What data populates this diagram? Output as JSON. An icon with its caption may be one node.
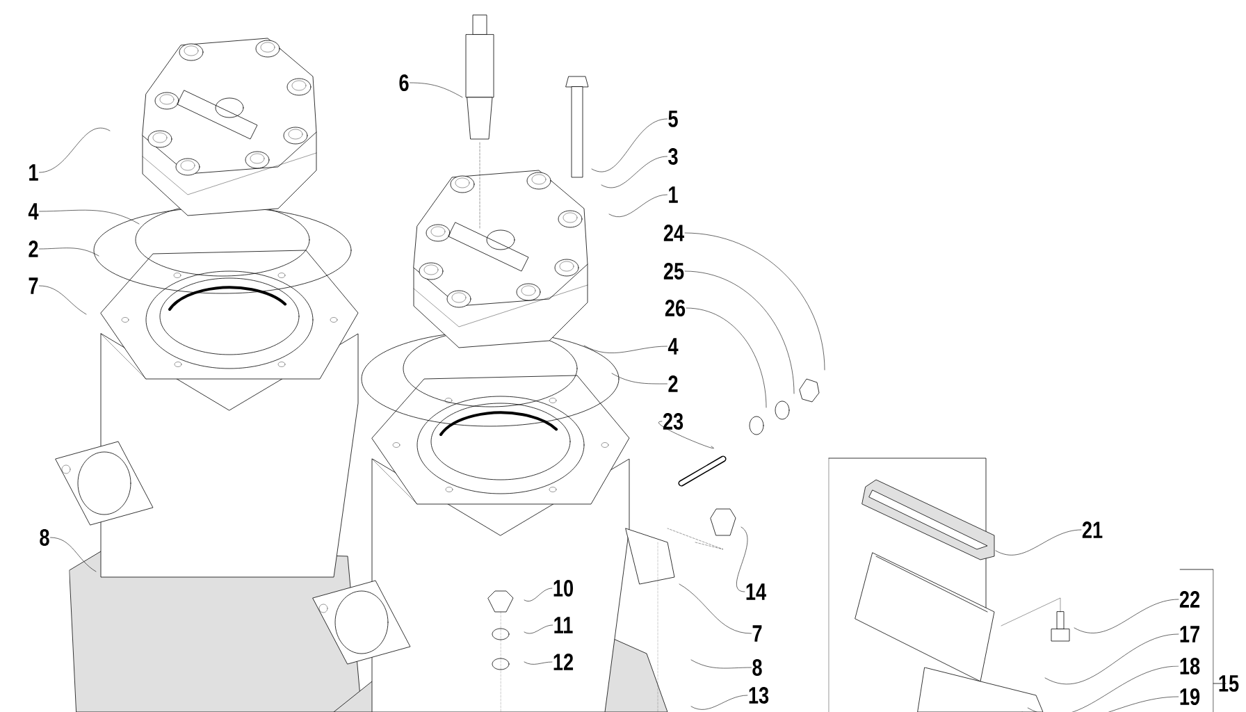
{
  "diagram": {
    "nodes": [
      {
        "text": [
          "1"
        ]
      },
      {
        "text": [
          "4"
        ]
      },
      {
        "text": [
          "2"
        ]
      },
      {
        "text": [
          "7"
        ]
      },
      {
        "text": [
          "6"
        ]
      },
      {
        "text": [
          "5"
        ]
      },
      {
        "text": [
          "3"
        ]
      },
      {
        "text": [
          "1"
        ]
      },
      {
        "text": [
          "24"
        ]
      },
      {
        "text": [
          "25"
        ]
      },
      {
        "text": [
          "26"
        ]
      },
      {
        "text": [
          "4"
        ]
      },
      {
        "text": [
          "2"
        ]
      },
      {
        "text": [
          "23"
        ]
      },
      {
        "text": [
          "21"
        ]
      },
      {
        "text": [
          "8"
        ]
      },
      {
        "text": [
          "14"
        ]
      },
      {
        "text": [
          "10"
        ]
      },
      {
        "text": [
          "22"
        ]
      },
      {
        "text": [
          "7"
        ]
      },
      {
        "text": [
          "11"
        ]
      },
      {
        "text": [
          "17"
        ]
      },
      {
        "text": [
          "12"
        ]
      },
      {
        "text": [
          "8"
        ]
      },
      {
        "text": [
          "18"
        ]
      },
      {
        "text": [
          "15"
        ]
      },
      {
        "text": [
          "13"
        ]
      },
      {
        "text": [
          "19"
        ]
      }
    ],
    "edges": [
      {
        "from": 0,
        "to": null,
        "arrow": "none"
      },
      {
        "from": 1,
        "to": null,
        "arrow": "none"
      },
      {
        "from": 2,
        "to": null,
        "arrow": "none"
      },
      {
        "from": 3,
        "to": null,
        "arrow": "none"
      },
      {
        "from": 4,
        "to": null,
        "arrow": "none"
      },
      {
        "from": 5,
        "to": null,
        "arrow": "none"
      },
      {
        "from": 6,
        "to": null,
        "arrow": "none"
      },
      {
        "from": 7,
        "to": null,
        "arrow": "none"
      },
      {
        "from": 8,
        "to": null,
        "arrow": "none"
      },
      {
        "from": 9,
        "to": null,
        "arrow": "none"
      },
      {
        "from": 10,
        "to": null,
        "arrow": "none"
      },
      {
        "from": 11,
        "to": null,
        "arrow": "none"
      },
      {
        "from": 12,
        "to": null,
        "arrow": "none"
      },
      {
        "from": 13,
        "to": null,
        "arrow": "none"
      },
      {
        "from": 14,
        "to": null,
        "arrow": "none"
      },
      {
        "from": 15,
        "to": null,
        "arrow": "none"
      },
      {
        "from": 16,
        "to": null,
        "arrow": "none"
      },
      {
        "from": 17,
        "to": null,
        "arrow": "none"
      },
      {
        "from": 18,
        "to": null,
        "arrow": "none"
      },
      {
        "from": 19,
        "to": null,
        "arrow": "none"
      },
      {
        "from": 20,
        "to": null,
        "arrow": "none"
      },
      {
        "from": 21,
        "to": null,
        "arrow": "none"
      },
      {
        "from": 22,
        "to": null,
        "arrow": "none"
      },
      {
        "from": 23,
        "to": null,
        "arrow": "none"
      },
      {
        "from": 24,
        "to": null,
        "arrow": "none"
      },
      {
        "from": 26,
        "to": null,
        "arrow": "none"
      },
      {
        "from": 27,
        "to": null,
        "arrow": "none"
      }
    ]
  }
}
